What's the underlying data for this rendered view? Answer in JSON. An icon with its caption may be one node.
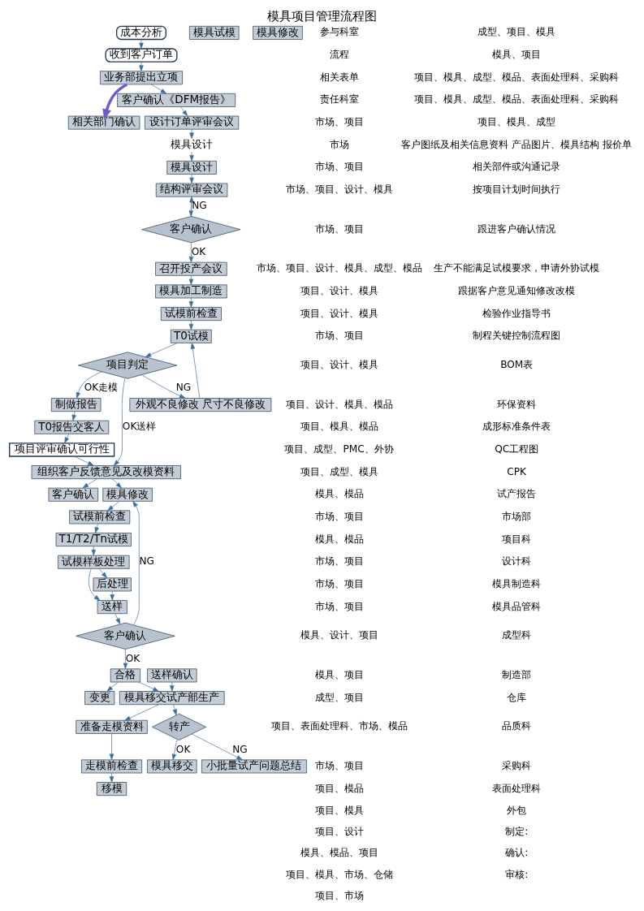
{
  "diagram": {
    "title": "模具项目管理流程图",
    "nodes": [
      {
        "text": [
          "成本分析"
        ]
      },
      {
        "text": [
          "收到客户订单"
        ]
      },
      {
        "text": [
          "业务部提出立项"
        ]
      },
      {
        "text": [
          "相关部门确认"
        ]
      },
      {
        "text": [
          "客户确认《DFM报告》"
        ]
      },
      {
        "text": [
          "设计订单评审会议"
        ]
      },
      {
        "text": [
          "模具设计"
        ]
      },
      {
        "text": [
          "模具设计"
        ]
      },
      {
        "text": [
          "结构评审会议"
        ]
      },
      {
        "text": [
          "客户确认"
        ]
      },
      {
        "text": [
          "召开投产会议"
        ]
      },
      {
        "text": [
          "模具加工制造"
        ]
      },
      {
        "text": [
          "试模前检查"
        ]
      },
      {
        "text": [
          "T0试模"
        ]
      },
      {
        "text": [
          "外观不良修改 尺寸不良修改"
        ]
      },
      {
        "text": [
          "项目判定"
        ]
      },
      {
        "text": [
          "制做报告"
        ]
      },
      {
        "text": [
          "T0报告交客人"
        ]
      },
      {
        "text": [
          "项目评审确认可行性"
        ]
      },
      {
        "text": [
          "组织客户反馈意见及改模资料"
        ]
      },
      {
        "text": [
          "客户确认"
        ]
      },
      {
        "text": [
          "模具修改"
        ]
      },
      {
        "text": [
          "试模前检查"
        ]
      },
      {
        "text": [
          "T1/T2/Tn试模"
        ]
      },
      {
        "text": [
          "试模样板处理"
        ]
      },
      {
        "text": [
          "后处理"
        ]
      },
      {
        "text": [
          "送样"
        ]
      },
      {
        "text": [
          "客户确认"
        ]
      },
      {
        "text": [
          "合格"
        ]
      },
      {
        "text": [
          "变更"
        ]
      },
      {
        "text": [
          "模具移交试产部生产"
        ]
      },
      {
        "text": [
          "准备走模资料"
        ]
      },
      {
        "text": [
          "走模前检查"
        ]
      },
      {
        "text": [
          "移模"
        ]
      },
      {
        "text": [
          "送样确认"
        ]
      },
      {
        "text": [
          "模具试模"
        ]
      },
      {
        "text": [
          "模具修改"
        ]
      },
      {
        "text": [
          "小批量试产问题总结"
        ]
      },
      {
        "text": [
          "转产"
        ]
      },
      {
        "text": [
          "模具移交"
        ]
      }
    ],
    "edges": [
      {
        "from": 0,
        "to": 1,
        "arrow": "to"
      },
      {
        "from": 1,
        "to": 2,
        "arrow": "to"
      },
      {
        "from": 2,
        "to": 3,
        "arrow": "to",
        "style": "thick",
        "color": "#6a5acd"
      },
      {
        "from": 2,
        "to": 4,
        "arrow": "to"
      },
      {
        "from": 4,
        "to": 5,
        "arrow": "to"
      },
      {
        "from": 5,
        "to": 6,
        "arrow": "to"
      },
      {
        "from": 6,
        "to": 7,
        "arrow": "to"
      },
      {
        "from": 7,
        "to": 8,
        "arrow": "to"
      },
      {
        "from": 8,
        "to": 9,
        "arrow": "to"
      },
      {
        "from": 9,
        "to": 8,
        "arrow": "to",
        "label": "NG"
      },
      {
        "from": 9,
        "to": 10,
        "arrow": "to",
        "label": "OK"
      },
      {
        "from": 10,
        "to": 11,
        "arrow": "to"
      },
      {
        "from": 11,
        "to": 12,
        "arrow": "to"
      },
      {
        "from": 12,
        "to": 13,
        "arrow": "to"
      },
      {
        "from": 13,
        "to": 15,
        "arrow": "to"
      },
      {
        "from": 15,
        "to": 14,
        "arrow": "to",
        "label": "NG"
      },
      {
        "from": 14,
        "to": 13,
        "arrow": "to"
      },
      {
        "from": 15,
        "to": 19,
        "arrow": "to",
        "label": "OK送样"
      },
      {
        "from": 15,
        "to": 16,
        "arrow": "to",
        "label": "OK走模"
      },
      {
        "from": 16,
        "to": 17,
        "arrow": "to"
      },
      {
        "from": 17,
        "to": 18,
        "arrow": "to"
      },
      {
        "from": 18,
        "to": 19,
        "arrow": "to"
      },
      {
        "from": 19,
        "to": 20,
        "arrow": "to"
      },
      {
        "from": 19,
        "to": 21,
        "arrow": "to"
      },
      {
        "from": 21,
        "to": 22,
        "arrow": "to"
      },
      {
        "from": 22,
        "to": 23,
        "arrow": "to"
      },
      {
        "from": 23,
        "to": 24,
        "arrow": "to"
      },
      {
        "from": 24,
        "to": 25,
        "arrow": "to"
      },
      {
        "from": 25,
        "to": 26,
        "arrow": "to"
      },
      {
        "from": 24,
        "to": 26,
        "arrow": "to"
      },
      {
        "from": 26,
        "to": 27,
        "arrow": "to"
      },
      {
        "from": 27,
        "to": 21,
        "arrow": "to",
        "label": "NG"
      },
      {
        "from": 27,
        "to": 28,
        "arrow": "to",
        "label": "OK"
      },
      {
        "from": 28,
        "to": 29,
        "arrow": "to"
      },
      {
        "from": 28,
        "to": 30,
        "arrow": "to"
      },
      {
        "from": 30,
        "to": 31,
        "arrow": "to"
      },
      {
        "from": 31,
        "to": 32,
        "arrow": "to"
      },
      {
        "from": 32,
        "to": 33,
        "arrow": "to"
      },
      {
        "from": 34,
        "to": 30,
        "arrow": "to"
      },
      {
        "from": 30,
        "to": 38,
        "arrow": "to"
      },
      {
        "from": 38,
        "to": 37,
        "arrow": "to",
        "label": "NG"
      },
      {
        "from": 38,
        "to": 39,
        "arrow": "to",
        "label": "OK"
      }
    ],
    "labels": [
      "参与科室",
      "流程",
      "相关表单",
      "责任科室",
      "市场、项目",
      "市场",
      "市场、项目",
      "市场、项目、设计、模具",
      "市场、项目",
      "市场、项目、设计、模具、成型、模品",
      "项目、设计、模具",
      "项目、设计、模具",
      "市场、项目",
      "项目、设计、模具",
      "项目、设计、模具、模品",
      "项目、模具、模品",
      "项目、成型、PMC、外协",
      "项目、成型、模具",
      "模具、模品",
      "市场、项目",
      "模具、模品",
      "市场、项目",
      "市场、项目",
      "市场、项目",
      "模具、设计、项目",
      "模具、项目",
      "成型、项目",
      "项目、表面处理科、市场、模品",
      "市场、项目",
      "项目、模品",
      "项目、模具",
      "项目、设计",
      "模具、模品、项目",
      "项目、模具、市场、仓储",
      "项目、市场",
      "成型、项目、模具",
      "模具、项目",
      "项目、模具、成型、模品、表面处理科、采购科",
      "项目、模具、成型、模品、表面处理科、采购科",
      "项目、模具、成型",
      "客户图纸及相关信息资料 产品图片、模具结构 报价单",
      "相关部件或沟通记录",
      "按项目计划时间执行",
      "跟进客户确认情况",
      "生产不能满足试模要求，申请外协试模",
      "跟据客户意见通知修改改模",
      "检验作业指导书",
      "制程关键控制流程图",
      "BOM表",
      "环保资料",
      "成形标准条件表",
      "QC工程图",
      "CPK",
      "试产报告",
      "市场部",
      "项目科",
      "设计科",
      "模具制造科",
      "模具品管科",
      "成型科",
      "制造部",
      "仓库",
      "品质科",
      "采购科",
      "表面处理科",
      "外包",
      "制定:",
      "确认:",
      "审核:"
    ]
  }
}
